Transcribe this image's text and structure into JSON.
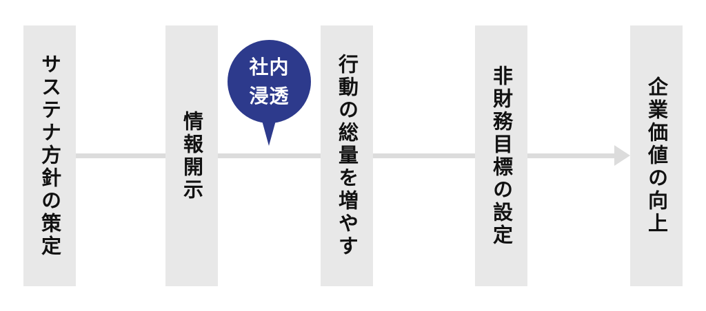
{
  "diagram": {
    "type": "process-flow",
    "direction": "left-to-right",
    "colors": {
      "box_fill": "#e8e8e8",
      "connector": "#dcdcdc",
      "text": "#111111",
      "bubble_fill": "#2d3a8c",
      "bubble_text": "#ffffff"
    },
    "steps": [
      {
        "label": "サステナ方針の策定"
      },
      {
        "label": "情報開示"
      },
      {
        "label": "行動の総量を増やす"
      },
      {
        "label": "非財務目標の設定"
      },
      {
        "label": "企業価値の向上"
      }
    ],
    "callout": {
      "lines": [
        "社内",
        "浸透"
      ],
      "anchor_between_steps": [
        "情報開示",
        "行動の総量を増やす"
      ]
    },
    "connector": {
      "style": "single-line-with-arrowhead",
      "arrow_target": "企業価値の向上"
    }
  }
}
